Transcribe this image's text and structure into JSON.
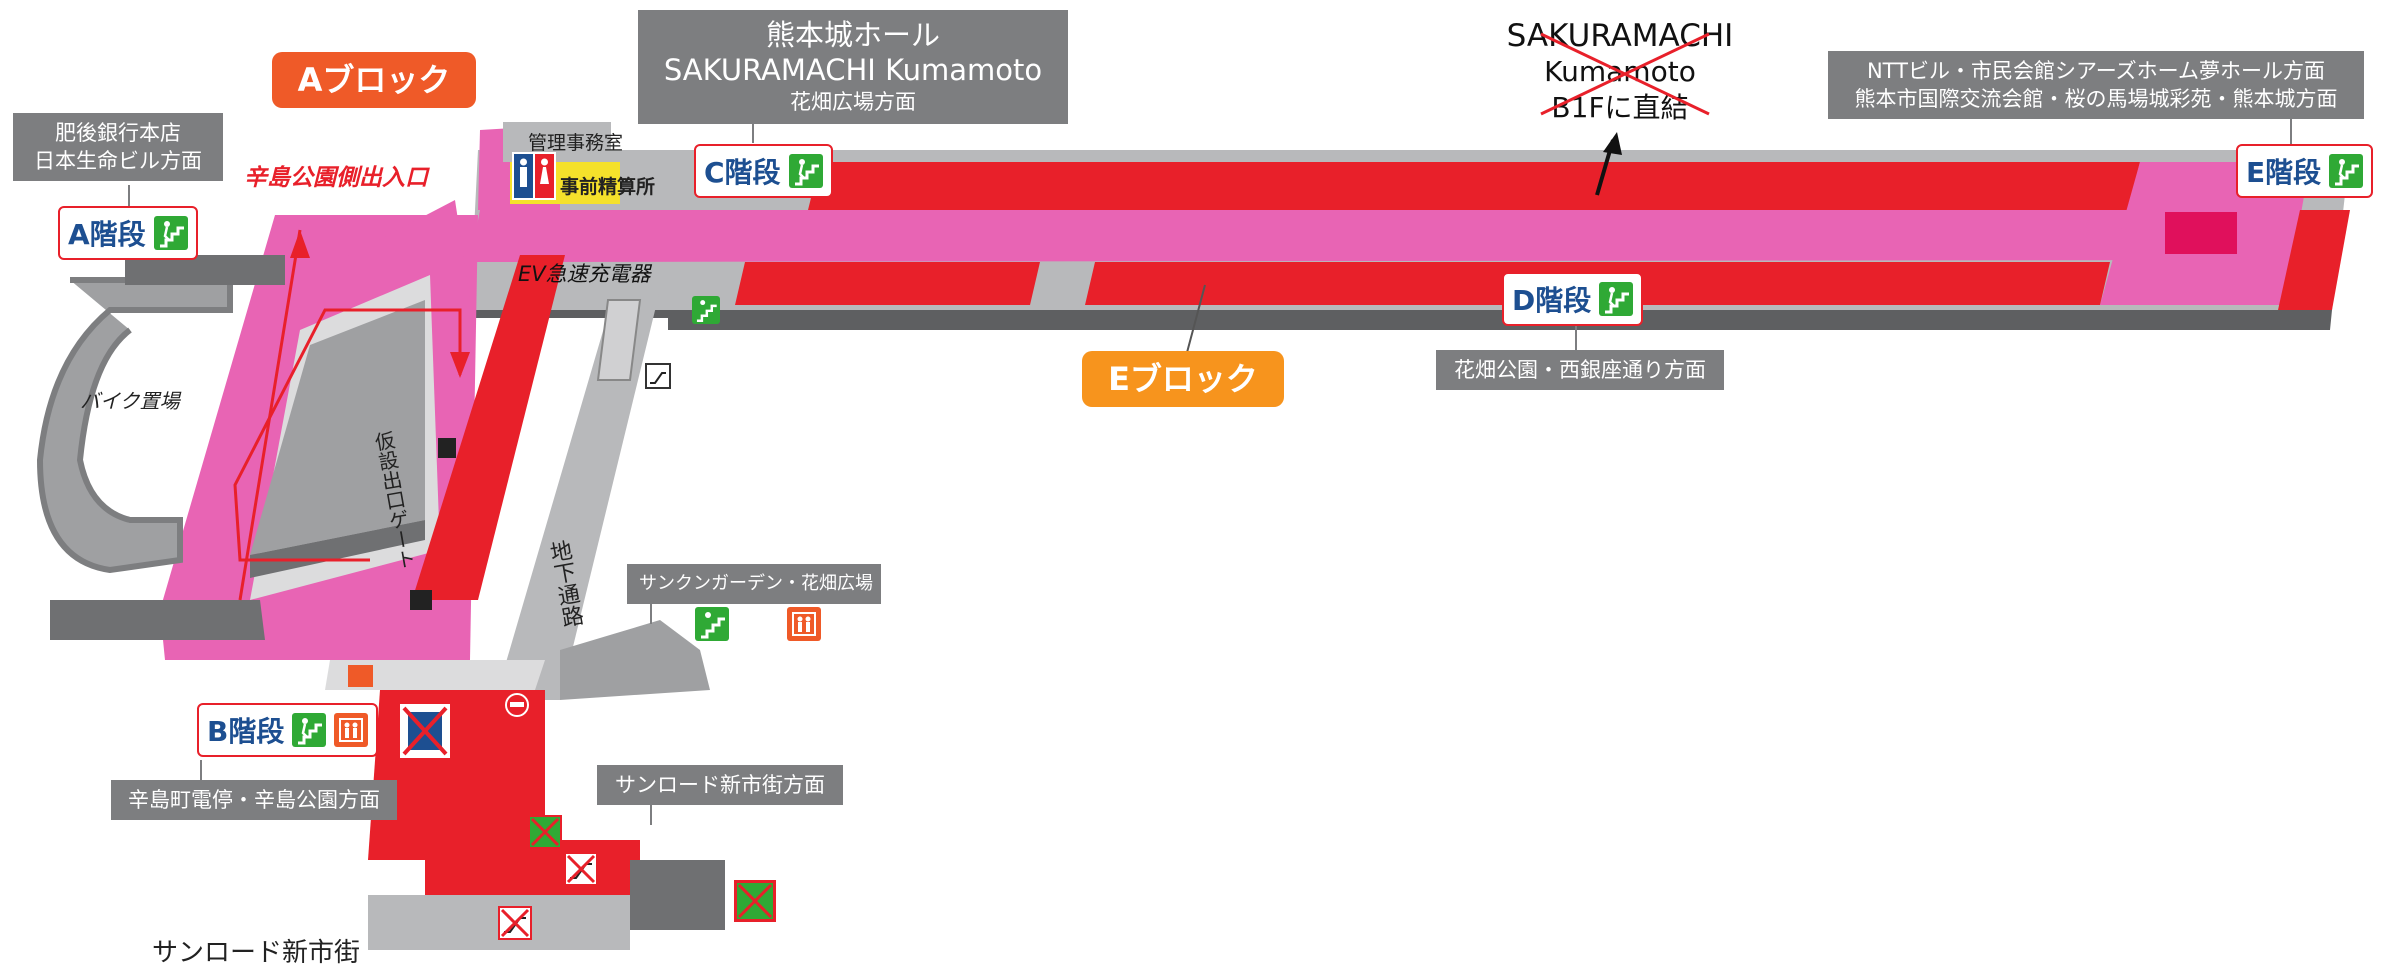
{
  "blocks": {
    "a": "Aブロック",
    "e": "Eブロック"
  },
  "directions": {
    "a_stairs": [
      "肥後銀行本店",
      "日本生命ビル方面"
    ],
    "c_stairs": [
      "熊本城ホール",
      "SAKURAMACHI Kumamoto",
      "花畑広場方面"
    ],
    "e_stairs": [
      "NTTビル・市民会館シアーズホーム夢ホール方面",
      "熊本市国際交流会館・桜の馬場城彩苑・熊本城方面"
    ],
    "d_stairs": "花畑公園・西銀座通り方面",
    "sunken_garden": "サンクンガーデン・花畑広場",
    "b_stairs": "辛島町電停・辛島公園方面",
    "sunroad": "サンロード新市街方面"
  },
  "stairs": {
    "a": "A階段",
    "b": "B階段",
    "c": "C階段",
    "d": "D階段",
    "e": "E階段"
  },
  "places": {
    "karashima_entrance": "辛島公園側出入口",
    "management_office": "管理事務室",
    "prepay": "事前精算所",
    "ev_charger": "EV急速充電器",
    "bike_parking": "バイク置場",
    "temp_gate": "仮設出口ゲート",
    "underground_passage": "地下通路",
    "sunroad_street": "サンロード新市街"
  },
  "closed_link": [
    "SAKURAMACHI",
    "Kumamoto",
    "B1Fに直結"
  ],
  "icons": {
    "stairs": "stairs-icon",
    "elevator": "elevator-icon",
    "escalator": "escalator-icon",
    "restroom": "restroom-icon",
    "no_entry": "no-entry-icon"
  },
  "colors": {
    "red": "#e8202a",
    "pink": "#e864b4",
    "gray": "#7d7e80",
    "orange_a": "#ef5a28",
    "orange_e": "#f7941d",
    "green": "#2fa935",
    "stair_label": "#1d4f91"
  }
}
